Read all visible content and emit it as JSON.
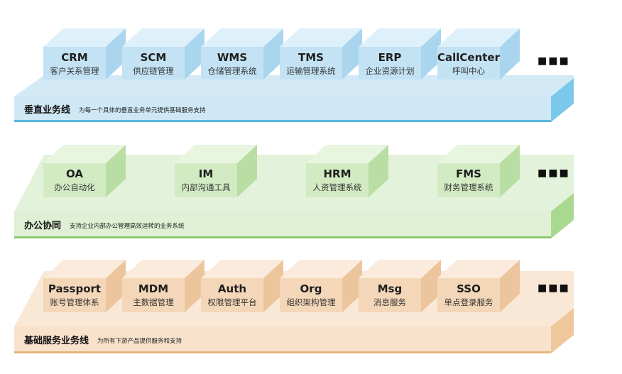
{
  "bands": [
    {
      "id": "vertical",
      "title": "垂直业务线",
      "description": "为每一个具体的垂直业务单元提供基础服务支持",
      "more": "■■■",
      "colors": {
        "top": "#d3eaf6",
        "front": "#cfe8f5",
        "side": "#7cc8ea",
        "bar": "#5ab7e3",
        "boxFront": "#c3e2f3",
        "boxTop": "#def0f9",
        "boxSide": "#a9d5ee"
      },
      "boxes": [
        {
          "title": "CRM",
          "subtitle": "客户关系管理"
        },
        {
          "title": "SCM",
          "subtitle": "供应链管理"
        },
        {
          "title": "WMS",
          "subtitle": "仓储管理系统"
        },
        {
          "title": "TMS",
          "subtitle": "运输管理系统"
        },
        {
          "title": "ERP",
          "subtitle": "企业资源计划"
        },
        {
          "title": "CallCenter",
          "subtitle": "呼叫中心"
        }
      ]
    },
    {
      "id": "office",
      "title": "办公协同",
      "description": "支持企业内部办公管理高效运转的业务系统",
      "more": "■■■",
      "colors": {
        "top": "#e3f2da",
        "front": "#dff0d5",
        "side": "#a9d88f",
        "bar": "#8fcb6f",
        "boxFront": "#d2ebc3",
        "boxTop": "#e8f5df",
        "boxSide": "#b9dea4"
      },
      "boxes": [
        {
          "title": "OA",
          "subtitle": "办公自动化"
        },
        {
          "title": "IM",
          "subtitle": "内部沟通工具"
        },
        {
          "title": "HRM",
          "subtitle": "人资管理系统"
        },
        {
          "title": "FMS",
          "subtitle": "财务管理系统"
        }
      ]
    },
    {
      "id": "base",
      "title": "基础服务业务线",
      "description": "为所有下游产品提供服务和支持",
      "more": "■■■",
      "colors": {
        "top": "#fae8d6",
        "front": "#f8e2cc",
        "side": "#efc79b",
        "bar": "#e8b47d",
        "boxFront": "#f4d7b9",
        "boxTop": "#fbebdc",
        "boxSide": "#ecc59d"
      },
      "boxes": [
        {
          "title": "Passport",
          "subtitle": "账号管理体系"
        },
        {
          "title": "MDM",
          "subtitle": "主数据管理"
        },
        {
          "title": "Auth",
          "subtitle": "权限管理平台"
        },
        {
          "title": "Org",
          "subtitle": "组织架构管理"
        },
        {
          "title": "Msg",
          "subtitle": "消息服务"
        },
        {
          "title": "SSO",
          "subtitle": "单点登录服务"
        }
      ]
    }
  ]
}
